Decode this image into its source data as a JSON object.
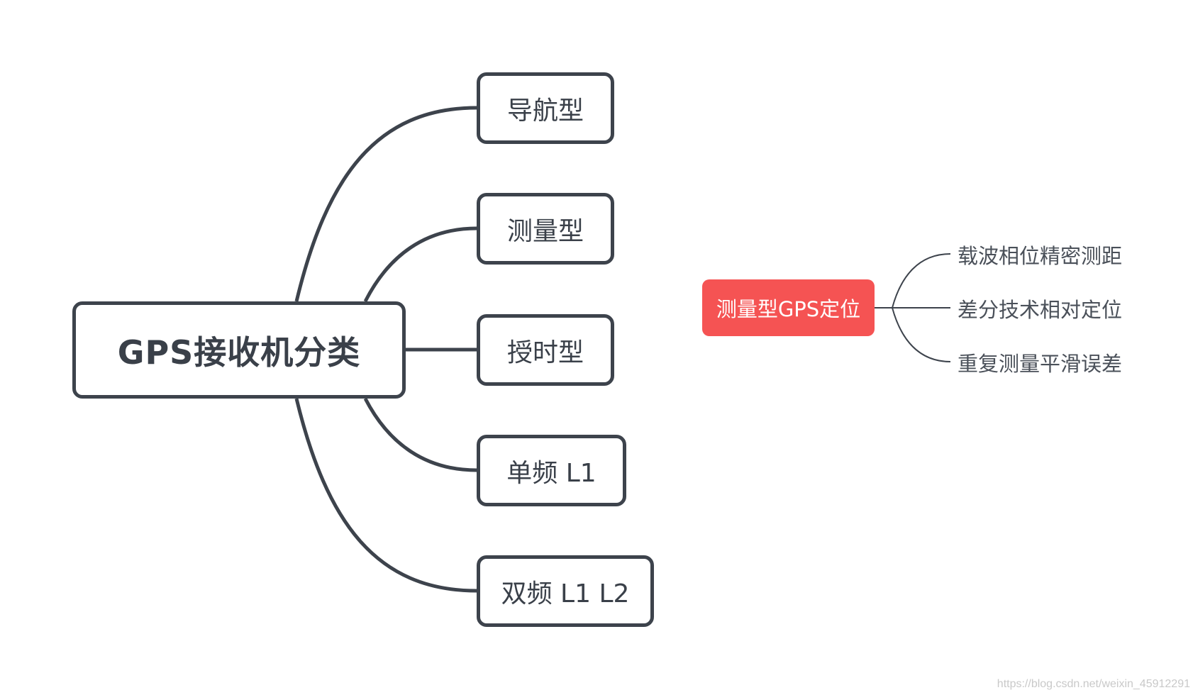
{
  "diagram": {
    "root": {
      "label": "GPS接收机分类"
    },
    "branches": [
      {
        "id": "nav",
        "label": "导航型"
      },
      {
        "id": "survey",
        "label": "测量型"
      },
      {
        "id": "timing",
        "label": "授时型"
      },
      {
        "id": "single",
        "label": "单频 L1"
      },
      {
        "id": "dual",
        "label": "双频 L1 L2"
      }
    ],
    "survey_gps": {
      "label": "测量型GPS定位",
      "color": "#f55353",
      "children": [
        {
          "label": "载波相位精密测距"
        },
        {
          "label": "差分技术相对定位"
        },
        {
          "label": "重复测量平滑误差"
        }
      ]
    }
  },
  "colors": {
    "connector": "#3d434c",
    "node_border": "#3d434c",
    "text": "#3a4049",
    "highlight": "#f55353"
  },
  "watermark": "https://blog.csdn.net/weixin_45912291"
}
